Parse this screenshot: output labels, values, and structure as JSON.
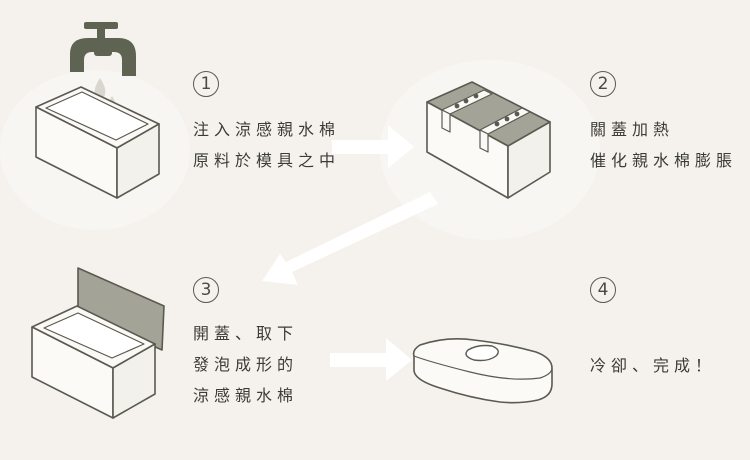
{
  "steps": [
    {
      "number": "1",
      "lines": [
        "注入涼感親水棉",
        "原料於模具之中"
      ]
    },
    {
      "number": "2",
      "lines": [
        "關蓋加熱",
        "催化親水棉膨脹"
      ]
    },
    {
      "number": "3",
      "lines": [
        "開蓋、取下",
        "發泡成形的",
        "涼感親水棉"
      ]
    },
    {
      "number": "4",
      "lines": [
        "冷卻、完成！"
      ]
    }
  ],
  "icons": {
    "step1": [
      "faucet-icon",
      "water-drops-icon",
      "open-mold-box-icon"
    ],
    "step2": [
      "closed-clamped-mold-box-icon"
    ],
    "step3": [
      "mold-box-open-lid-icon"
    ],
    "step4": [
      "pillow-icon"
    ]
  },
  "colors": {
    "background": "#f5f2ee",
    "line": "#5a5a50",
    "arrow": "#ffffff",
    "lid": "#9b9a8e",
    "text": "#3c3c36"
  }
}
